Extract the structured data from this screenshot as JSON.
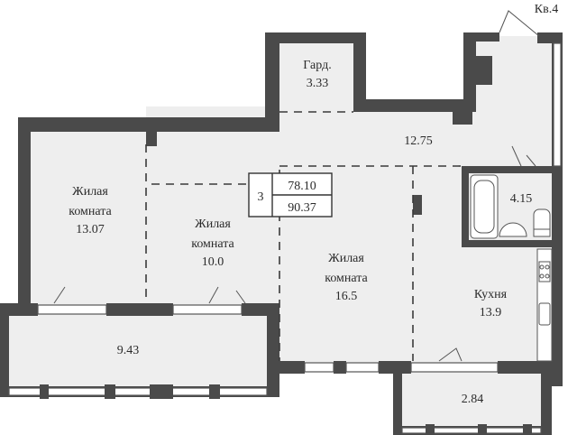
{
  "apartment": {
    "number_label": "Кв.4",
    "rooms_count": "3",
    "living_area": "78.10",
    "total_area": "90.37"
  },
  "rooms": {
    "wardrobe": {
      "name": "Гард.",
      "area": "3.33"
    },
    "hall": {
      "area": "12.75"
    },
    "bathroom": {
      "area": "4.15"
    },
    "bedroom_left": {
      "name_line1": "Жилая",
      "name_line2": "комната",
      "area": "13.07"
    },
    "bedroom_mid": {
      "name_line1": "Жилая",
      "name_line2": "комната",
      "area": "10.0"
    },
    "living_big": {
      "name_line1": "Жилая",
      "name_line2": "комната",
      "area": "16.5"
    },
    "kitchen": {
      "name": "Кухня",
      "area": "13.9"
    },
    "loggia_left": {
      "area": "9.43"
    },
    "balcony": {
      "area": "2.84"
    }
  },
  "colors": {
    "wall": "#4a4a4a",
    "floor": "#eeeeee",
    "text": "#2b2b2b"
  }
}
